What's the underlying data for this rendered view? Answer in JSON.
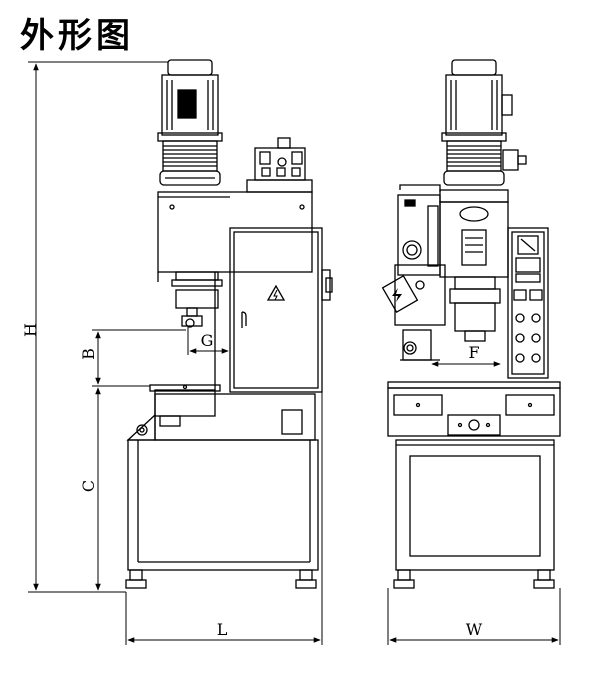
{
  "title": "外形图",
  "dimensions": {
    "H": "H",
    "B": "B",
    "C": "C",
    "G": "G",
    "L": "L",
    "F": "F",
    "W": "W"
  },
  "icons": [
    "hazard-warning-icon",
    "lightning-icon"
  ]
}
